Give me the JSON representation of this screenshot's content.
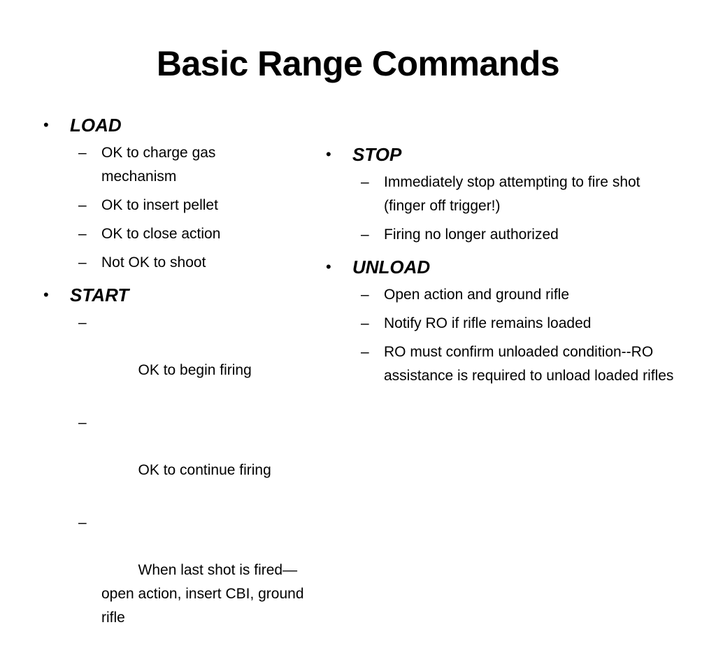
{
  "slide": {
    "title": "Basic Range Commands",
    "left_column": [
      {
        "command": "LOAD",
        "items": [
          "OK to charge gas mechanism",
          "OK to insert pellet",
          "OK to close action",
          "Not OK to shoot"
        ]
      },
      {
        "command": "START",
        "items": [
          " OK to begin firing",
          " OK to continue firing",
          " When last shot is fired—open action, insert CBI, ground rifle"
        ]
      }
    ],
    "right_column": [
      {
        "command": "STOP",
        "items": [
          "Immediately stop attempting to fire shot (finger off trigger!)",
          "Firing no longer authorized"
        ]
      },
      {
        "command": "UNLOAD",
        "items": [
          "Open action and ground rifle",
          "Notify RO if rifle remains loaded",
          "RO must confirm unloaded condition--RO assistance is required to unload loaded rifles"
        ]
      }
    ],
    "bullet_glyph": "•",
    "dash_glyph": "–"
  }
}
